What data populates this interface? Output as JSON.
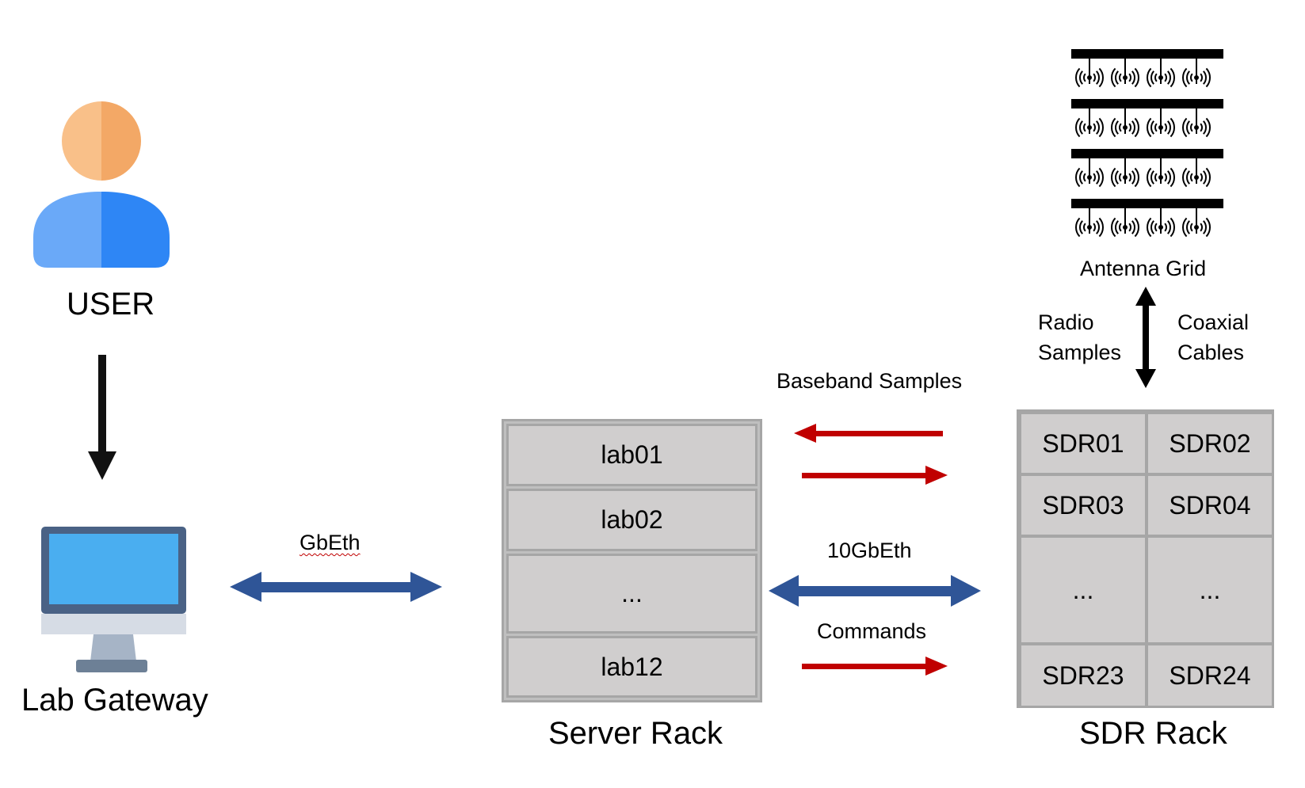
{
  "user": {
    "label": "USER"
  },
  "gateway": {
    "label": "Lab Gateway"
  },
  "links": {
    "gbeth": "GbEth",
    "baseband": "Baseband Samples",
    "tengbeth": "10GbEth",
    "commands": "Commands"
  },
  "server_rack": {
    "label": "Server Rack",
    "slots": [
      "lab01",
      "lab02",
      "...",
      "lab12"
    ]
  },
  "sdr_rack": {
    "label": "SDR Rack",
    "cells": [
      "SDR01",
      "SDR02",
      "SDR03",
      "SDR04",
      "...",
      "...",
      "SDR23",
      "SDR24"
    ]
  },
  "antenna": {
    "label": "Antenna Grid",
    "left_label": [
      "Radio",
      "Samples"
    ],
    "right_label": [
      "Coaxial",
      "Cables"
    ]
  },
  "colors": {
    "red_arrow": "#c00000",
    "blue_arrow": "#2f5597",
    "user_head_light": "#f9c089",
    "user_head_dark": "#f3a866",
    "user_body_light": "#6aa9f8",
    "user_body_dark": "#2e86f5",
    "monitor_screen": "#4aaef0",
    "monitor_frame": "#4a6285"
  }
}
